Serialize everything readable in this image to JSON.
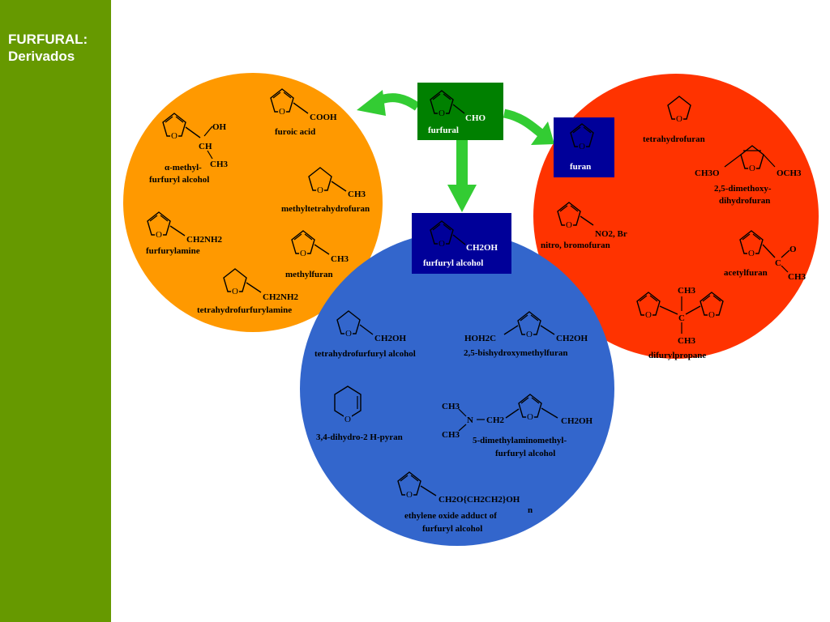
{
  "title": {
    "line1": "FURFURAL:",
    "line2": "Derivados"
  },
  "colors": {
    "sidebar": "#669900",
    "orange": "#ff9900",
    "red": "#ff3300",
    "blue": "#3366cc",
    "green_box": "#008000",
    "navy_box": "#000099",
    "arrow": "#33cc33"
  },
  "center": {
    "name": "furfural",
    "group": "CHO"
  },
  "orange": {
    "methylcarbinol": {
      "oh": "OH",
      "ch": "CH",
      "ch3": "CH3",
      "name1": "α-methyl-",
      "name2": "furfuryl alcohol"
    },
    "furoic": {
      "group": "COOH",
      "name": "furoic acid"
    },
    "methylthf": {
      "group": "CH3",
      "name": "methyltetrahydrofuran"
    },
    "furfurylamine": {
      "group": "CH2NH2",
      "name": "furfurylamine"
    },
    "methylfuran": {
      "group": "CH3",
      "name": "methylfuran"
    },
    "thfamine": {
      "group": "CH2NH2",
      "name": "tetrahydrofurfurylamine"
    }
  },
  "red": {
    "furan": {
      "name": "furan"
    },
    "thf": {
      "name": "tetrahydrofuran"
    },
    "dimethoxy": {
      "left": "CH3O",
      "right": "OCH3",
      "name1": "2,5-dimethoxy-",
      "name2": "dihydrofuran"
    },
    "nitro": {
      "group": "NO2, Br",
      "name": "nitro, bromofuran"
    },
    "acetyl": {
      "c": "C",
      "o": "O",
      "ch3": "CH3",
      "name": "acetylfuran"
    },
    "difuryl": {
      "ch3_top": "CH3",
      "c": "C",
      "ch3_bottom": "CH3",
      "name": "difurylpropane"
    }
  },
  "blue": {
    "furfuryl": {
      "group": "CH2OH",
      "name": "furfuryl alcohol"
    },
    "thfalcohol": {
      "group": "CH2OH",
      "name": "tetrahydrofurfuryl alcohol"
    },
    "bishydroxy": {
      "left": "HOH2C",
      "right": "CH2OH",
      "name": "2,5-bishydroxymethylfuran"
    },
    "pyran": {
      "name": "3,4-dihydro-2 H-pyran"
    },
    "dimethylamino": {
      "ch3_top": "CH3",
      "n": "N",
      "ch2": "CH2",
      "ch3_bottom": "CH3",
      "right": "CH2OH",
      "name1": "5-dimethylaminomethyl-",
      "name2": "furfuryl alcohol"
    },
    "eo": {
      "chain": "CH2O{CH2CH2}OH",
      "n": "n",
      "name1": "ethylene oxide adduct of",
      "name2": "furfuryl alcohol"
    }
  }
}
